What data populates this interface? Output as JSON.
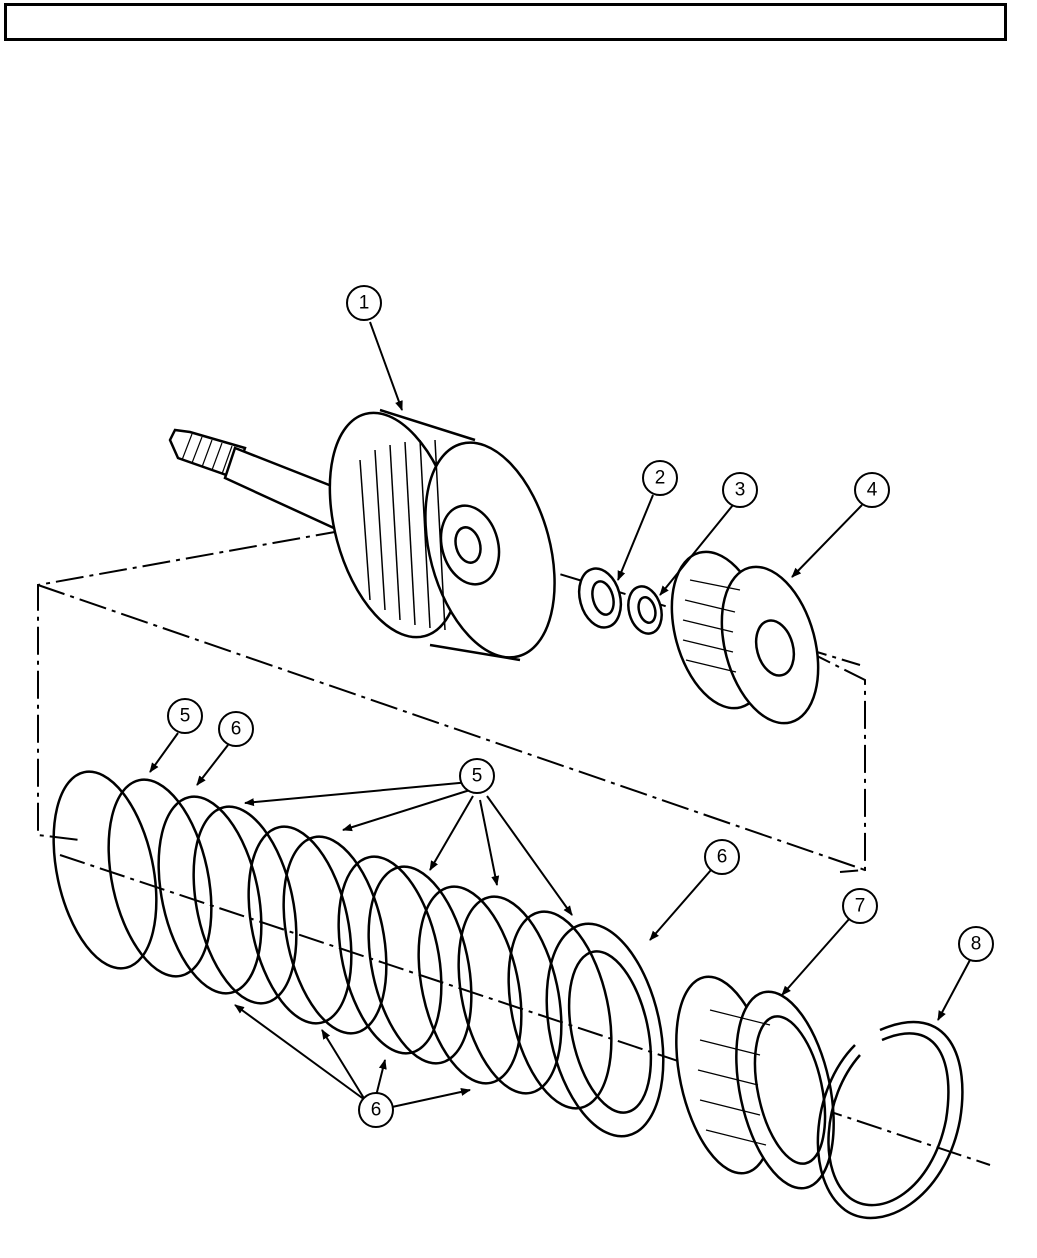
{
  "header": {
    "title": ""
  },
  "callouts": [
    {
      "id": "c1",
      "label": "1"
    },
    {
      "id": "c2",
      "label": "2"
    },
    {
      "id": "c3",
      "label": "3"
    },
    {
      "id": "c4",
      "label": "4"
    },
    {
      "id": "c5a",
      "label": "5"
    },
    {
      "id": "c6a",
      "label": "6"
    },
    {
      "id": "c5b",
      "label": "5"
    },
    {
      "id": "c6b",
      "label": "6"
    },
    {
      "id": "c7",
      "label": "7"
    },
    {
      "id": "c8",
      "label": "8"
    },
    {
      "id": "c6c",
      "label": "6"
    }
  ],
  "colors": {
    "ink": "#000000",
    "paper": "#ffffff"
  }
}
